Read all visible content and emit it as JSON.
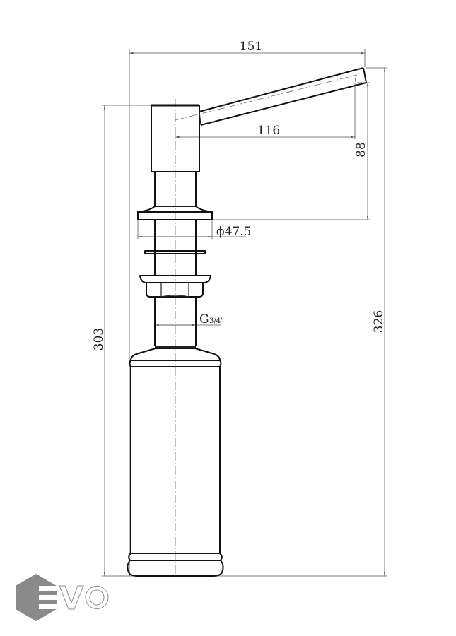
{
  "title": "Soap dispenser dimension drawing",
  "dimensions": {
    "overall_width": "151",
    "spout_reach": "116",
    "spout_height": "88",
    "flange_diameter": "ϕ47.5",
    "thread": "G",
    "thread_size": "3/4\"",
    "body_height": "303",
    "overall_height": "326"
  },
  "logo": {
    "text": "EVO",
    "color": "#8a8a8a"
  }
}
